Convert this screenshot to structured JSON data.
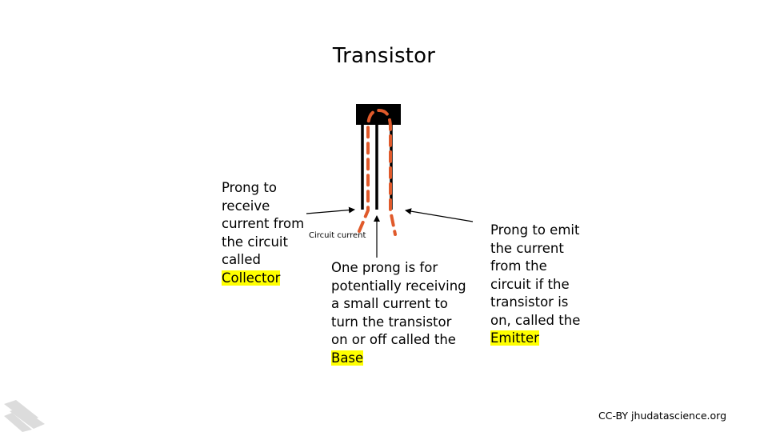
{
  "title": "Transistor",
  "circuit_current": "Circuit current",
  "collector": {
    "text": "Prong to receive current from the circuit called",
    "term": "Collector"
  },
  "base": {
    "text": "One prong is for potentially receiving a small current to turn the transistor on or off called the",
    "term": "Base"
  },
  "emitter": {
    "text": "Prong to emit the current from the circuit if the transistor is on, called the",
    "term": "Emitter"
  },
  "credit": "CC-BY jhudatascience.org",
  "colors": {
    "highlight": "#ffff00",
    "current_path": "#e05a2b",
    "body": "#000000",
    "logo": "#dcdcdc"
  },
  "icons": {
    "logo": "jhu-data-science-logo-icon"
  }
}
